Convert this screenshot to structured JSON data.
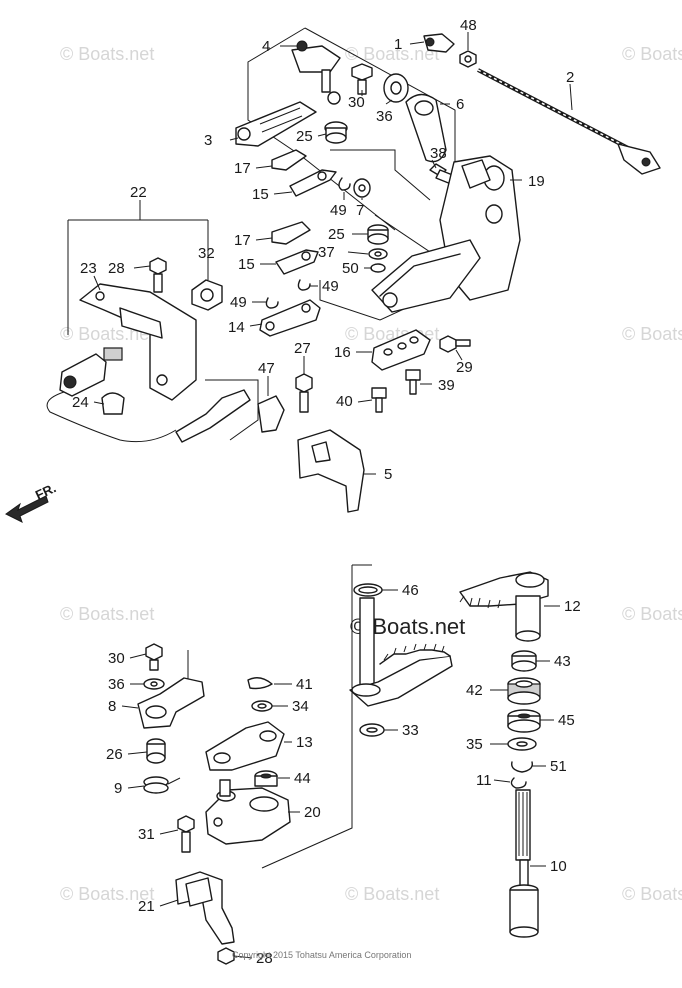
{
  "watermark": {
    "text": "© Boats.net"
  },
  "copyright": "Copyright 2015 Tohatsu America Corporation",
  "direction_label": "FR.",
  "callouts": {
    "c1": "1",
    "c2": "2",
    "c3": "3",
    "c4": "4",
    "c5": "5",
    "c6": "6",
    "c7": "7",
    "c8": "8",
    "c9": "9",
    "c10": "10",
    "c11": "11",
    "c12": "12",
    "c13": "13",
    "c14": "14",
    "c15a": "15",
    "c15b": "15",
    "c16": "16",
    "c17a": "17",
    "c17b": "17",
    "c19": "19",
    "c20": "20",
    "c21": "21",
    "c22": "22",
    "c23": "23",
    "c24": "24",
    "c25a": "25",
    "c25b": "25",
    "c26": "26",
    "c27": "27",
    "c28a": "28",
    "c28b": "28",
    "c29": "29",
    "c30a": "30",
    "c30b": "30",
    "c31": "31",
    "c32": "32",
    "c33": "33",
    "c34": "34",
    "c35": "35",
    "c36a": "36",
    "c36b": "36",
    "c37": "37",
    "c38": "38",
    "c39": "39",
    "c40": "40",
    "c41": "41",
    "c42": "42",
    "c43": "43",
    "c44": "44",
    "c45": "45",
    "c46": "46",
    "c47": "47",
    "c48": "48",
    "c49a": "49",
    "c49b": "49",
    "c49c": "49",
    "c50": "50",
    "c51": "51"
  }
}
